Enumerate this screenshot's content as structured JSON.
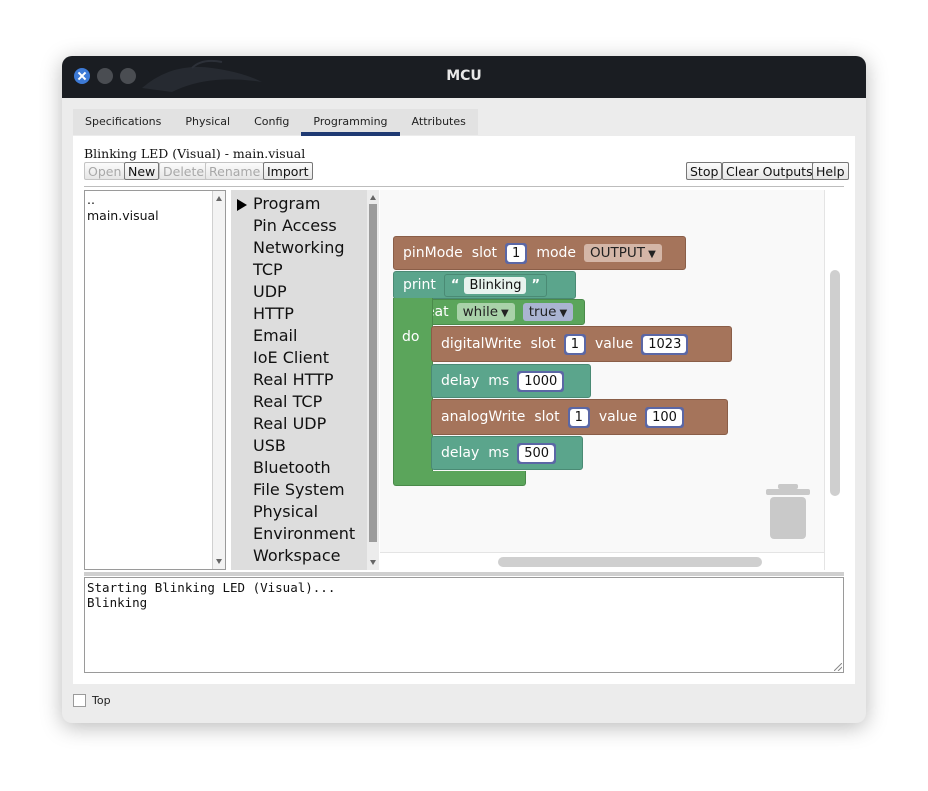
{
  "window": {
    "title": "MCU"
  },
  "tabs": [
    "Specifications",
    "Physical",
    "Config",
    "Programming",
    "Attributes"
  ],
  "active_tab": "Programming",
  "file_label": "Blinking LED (Visual) - main.visual",
  "buttons": {
    "open": "Open",
    "new": "New",
    "delete": "Delete",
    "rename": "Rename",
    "import": "Import",
    "stop": "Stop",
    "clear_outputs": "Clear Outputs",
    "help": "Help"
  },
  "files": [
    "..",
    "main.visual"
  ],
  "toolbox": [
    "Program",
    "Pin Access",
    "Networking",
    "TCP",
    "UDP",
    "HTTP",
    "Email",
    "IoE Client",
    "Real HTTP",
    "Real TCP",
    "Real UDP",
    "USB",
    "Bluetooth",
    "File System",
    "Physical",
    "Environment",
    "Workspace"
  ],
  "blocks": {
    "pinmode": {
      "label": "pinMode",
      "slot_label": "slot",
      "slot": "1",
      "mode_label": "mode",
      "mode": "OUTPUT"
    },
    "print": {
      "label": "print",
      "open_quote": "“",
      "text": "Blinking",
      "close_quote": "”"
    },
    "repeat": {
      "label": "repeat",
      "kind": "while",
      "cond": "true",
      "do_label": "do"
    },
    "digitalwrite": {
      "label": "digitalWrite",
      "slot_label": "slot",
      "slot": "1",
      "value_label": "value",
      "value": "1023"
    },
    "delay1": {
      "label": "delay",
      "ms_label": "ms",
      "ms": "1000"
    },
    "analogwrite": {
      "label": "analogWrite",
      "slot_label": "slot",
      "slot": "1",
      "value_label": "value",
      "value": "100"
    },
    "delay2": {
      "label": "delay",
      "ms_label": "ms",
      "ms": "500"
    }
  },
  "output": [
    "Starting Blinking LED (Visual)...",
    "Blinking"
  ],
  "top_checkbox": {
    "label": "Top",
    "checked": false
  },
  "colors": {
    "accent": "#1f3a73",
    "block_brown": "#a5745b",
    "block_teal": "#5ba58c",
    "block_green": "#5ba55b",
    "socket_blue": "#5b67a5"
  }
}
